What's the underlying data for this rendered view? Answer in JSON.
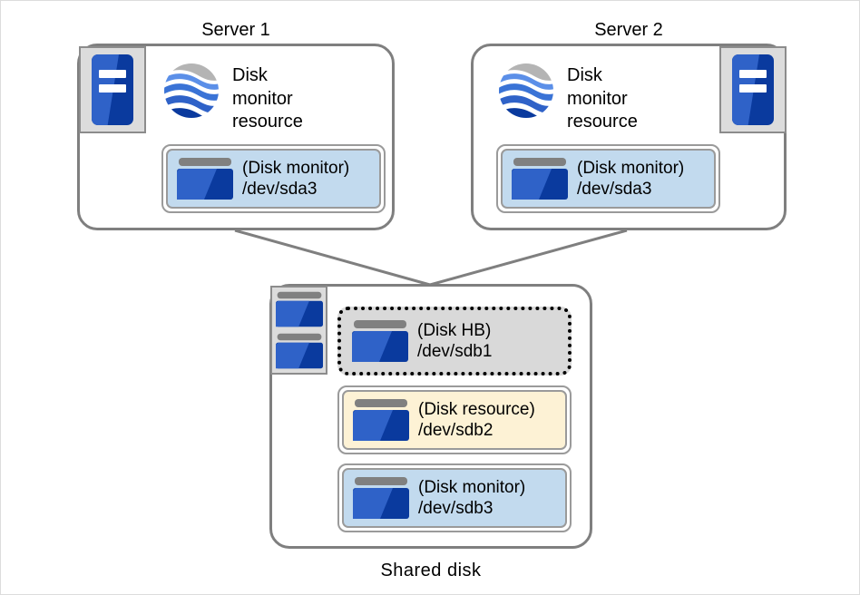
{
  "diagram": {
    "title_server1": "Server 1",
    "title_server2": "Server 2",
    "title_shared": "Shared disk",
    "resource_label_line1": "Disk",
    "resource_label_line2": "monitor",
    "resource_label_line3": "resource",
    "icons": {
      "server": "server-icon",
      "resource": "globe-resource-icon",
      "disk": "disk-icon",
      "disk_stack": "disk-stack-icon"
    },
    "colors": {
      "panel_border": "#7f7f7f",
      "disk_blue_light": "#2f62c8",
      "disk_blue_dark": "#0a3a9e",
      "disk_cap_gray": "#808080",
      "box_fill_blue": "#c2daee",
      "box_fill_cream": "#fdf2d5",
      "box_fill_gray": "#d9d9d9",
      "plate_fill": "#dcdcdc",
      "plate_border": "#8c8c8c",
      "connector": "#7f7f7f"
    }
  },
  "server1": {
    "name": "Server 1",
    "disk_box": {
      "line1": "(Disk monitor)",
      "line2": "/dev/sda3"
    }
  },
  "server2": {
    "name": "Server 2",
    "disk_box": {
      "line1": "(Disk monitor)",
      "line2": "/dev/sda3"
    }
  },
  "shared_disk": {
    "name": "Shared disk",
    "partitions": [
      {
        "line1": "(Disk HB)",
        "line2": "/dev/sdb1",
        "style": "dotted-gray"
      },
      {
        "line1": "(Disk resource)",
        "line2": "/dev/sdb2",
        "style": "double-cream"
      },
      {
        "line1": "(Disk monitor)",
        "line2": "/dev/sdb3",
        "style": "double-blue"
      }
    ]
  }
}
